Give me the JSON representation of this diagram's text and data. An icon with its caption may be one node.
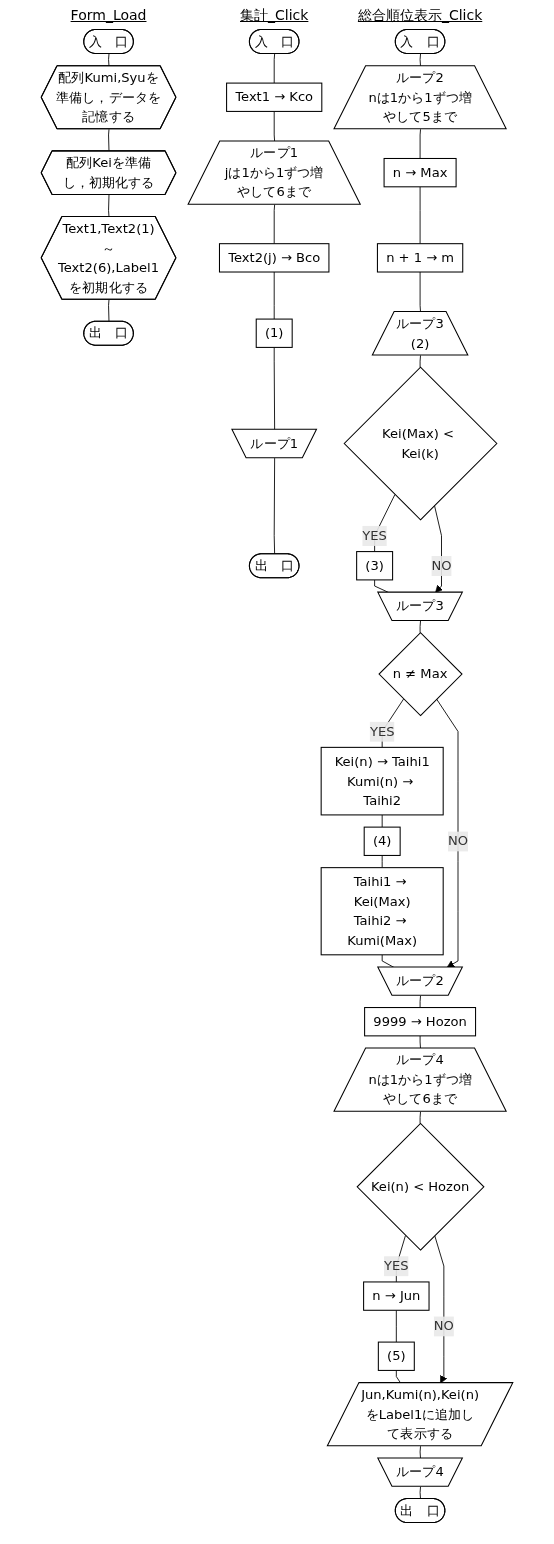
{
  "diagram": {
    "nodes": [
      {
        "text": [
          "入　口"
        ],
        "beside": [
          "Form_Load"
        ]
      },
      {
        "text": [
          "配列Kumi,Syuを準備し，データを記憶する"
        ]
      },
      {
        "text": [
          "配列Keiを準備し，初期化する"
        ]
      },
      {
        "text": [
          "Text1,Text2(1)～Text2(6),Label1を初期化する"
        ]
      },
      {
        "text": [
          "出　口"
        ]
      },
      {
        "text": [
          "入　口"
        ],
        "beside": [
          "集計_Click"
        ]
      },
      {
        "text": [
          "Text1 → Kco"
        ]
      },
      {
        "text": [
          "ループ1",
          "jは1から1ずつ増やして6まで"
        ]
      },
      {
        "text": [
          "Text2(j) → Bco"
        ]
      },
      {
        "text": [
          "(1)"
        ]
      },
      {
        "text": [
          "ループ1"
        ]
      },
      {
        "text": [
          "出　口"
        ]
      },
      {
        "text": [
          "入　口"
        ],
        "beside": [
          "総合順位表示_Click"
        ]
      },
      {
        "text": [
          "ループ2",
          "nは1から1ずつ増やして5まで"
        ]
      },
      {
        "text": [
          "n → Max"
        ]
      },
      {
        "text": [
          "n + 1 → m"
        ]
      },
      {
        "text": [
          "ループ3",
          "(2)"
        ]
      },
      {
        "text": [
          "Kei(Max) < Kei(k)"
        ]
      },
      {
        "text": [
          "(3)"
        ]
      },
      {
        "text": [
          "ループ3"
        ]
      },
      {
        "text": [
          "n ≠ Max"
        ]
      },
      {
        "text": [
          "Kei(n) → Taihi1",
          "Kumi(n) → Taihi2"
        ]
      },
      {
        "text": [
          "(4)"
        ]
      },
      {
        "text": [
          "Taihi1 → Kei(Max)",
          "Taihi2 → Kumi(Max)"
        ]
      },
      {
        "text": [
          "ループ2"
        ]
      },
      {
        "text": [
          "9999 → Hozon"
        ]
      },
      {
        "text": [
          "ループ4",
          "nは1から1ずつ増やして6まで"
        ]
      },
      {
        "text": [
          "Kei(n) < Hozon"
        ]
      },
      {
        "text": [
          "n → Jun"
        ]
      },
      {
        "text": [
          "(5)"
        ]
      },
      {
        "text": [
          "Jun,Kumi(n),Kei(n)をLabel1に追加して表示する"
        ]
      },
      {
        "text": [
          "ループ4"
        ]
      },
      {
        "text": [
          "出　口"
        ]
      }
    ],
    "edges": [
      {
        "from": 0,
        "to": 1,
        "arrow": "none"
      },
      {
        "from": 1,
        "to": 2,
        "arrow": "none"
      },
      {
        "from": 2,
        "to": 3,
        "arrow": "none"
      },
      {
        "from": 3,
        "to": 4,
        "arrow": "none"
      },
      {
        "from": 5,
        "to": 6,
        "arrow": "none"
      },
      {
        "from": 6,
        "to": 7,
        "arrow": "none"
      },
      {
        "from": 7,
        "to": 8,
        "arrow": "none"
      },
      {
        "from": 8,
        "to": 9,
        "arrow": "none"
      },
      {
        "from": 9,
        "to": 10,
        "arrow": "none"
      },
      {
        "from": 10,
        "to": 11,
        "arrow": "none"
      },
      {
        "from": 12,
        "to": 13,
        "arrow": "none"
      },
      {
        "from": 13,
        "to": 14,
        "arrow": "none"
      },
      {
        "from": 14,
        "to": 15,
        "arrow": "none"
      },
      {
        "from": 15,
        "to": 16,
        "arrow": "none"
      },
      {
        "from": 16,
        "to": 17,
        "arrow": "none"
      },
      {
        "from": 17,
        "to": 18,
        "label": "YES",
        "arrow": "none"
      },
      {
        "from": 18,
        "to": 19,
        "arrow": "none"
      },
      {
        "from": 17,
        "to": 19,
        "label": "NO",
        "arrow": "to"
      },
      {
        "from": 19,
        "to": 20,
        "arrow": "none"
      },
      {
        "from": 20,
        "to": 21,
        "label": "YES",
        "arrow": "none"
      },
      {
        "from": 21,
        "to": 22,
        "arrow": "none"
      },
      {
        "from": 22,
        "to": 23,
        "arrow": "none"
      },
      {
        "from": 23,
        "to": 24,
        "arrow": "none"
      },
      {
        "from": 20,
        "to": 24,
        "label": "NO",
        "arrow": "to"
      },
      {
        "from": 24,
        "to": 25,
        "arrow": "none"
      },
      {
        "from": 25,
        "to": 26,
        "arrow": "none"
      },
      {
        "from": 26,
        "to": 27,
        "arrow": "none"
      },
      {
        "from": 27,
        "to": 28,
        "label": "YES",
        "arrow": "none"
      },
      {
        "from": 28,
        "to": 29,
        "arrow": "none"
      },
      {
        "from": 29,
        "to": 30,
        "arrow": "none"
      },
      {
        "from": 27,
        "to": 30,
        "label": "NO",
        "arrow": "to"
      },
      {
        "from": 30,
        "to": 31,
        "arrow": "none"
      },
      {
        "from": 31,
        "to": 32,
        "arrow": "none"
      }
    ]
  }
}
